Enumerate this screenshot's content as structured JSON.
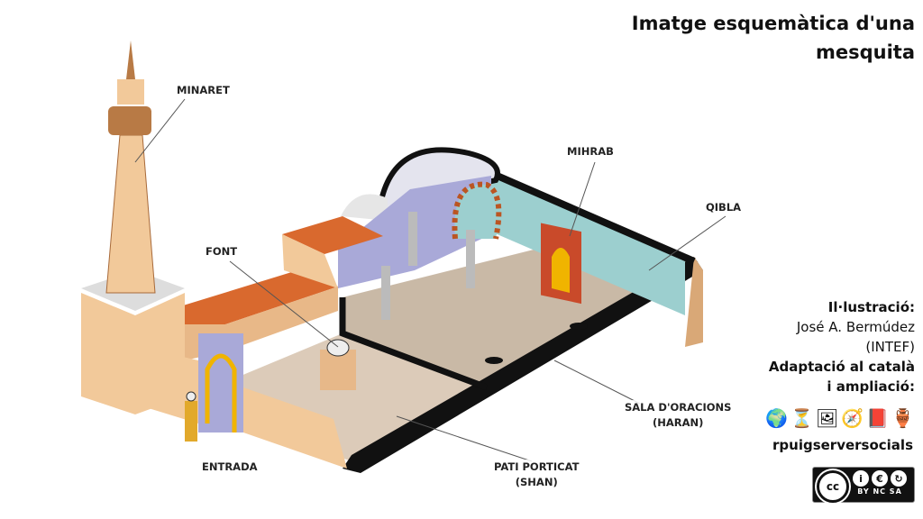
{
  "title": "Imatge esquemàtica d'una mesquita",
  "labels": {
    "minaret": "MINARET",
    "font": "FONT",
    "mihrab": "MIHRAB",
    "qibla": "QIBLA",
    "entrada": "ENTRADA",
    "pati_line1": "PATI PORTICAT",
    "pati_line2": "(SHAN)",
    "sala_line1": "SALA D'ORACIONS",
    "sala_line2": "(HARAN)"
  },
  "credits": {
    "illustration_heading": "Il·lustració:",
    "author": "José A. Bermúdez",
    "org": "(INTEF)",
    "adaptation_line1": "Adaptació al català",
    "adaptation_line2": "i ampliació:",
    "handle": "rpuigserversocials",
    "icons": [
      "globe-icon",
      "hourglass-icon",
      "portrait-icon",
      "compass-icon",
      "book-icon",
      "amphora-icon"
    ]
  },
  "license": {
    "logo": "cc",
    "symbols": [
      "i",
      "€",
      "↻"
    ],
    "tags": "BY NC SA"
  },
  "colors": {
    "wall": "#f2c99a",
    "roof": "#d9692e",
    "floor": "#d8c8b6",
    "qibla_wall": "#9ccfcf",
    "arch_purple": "#a9a9d8",
    "outline": "#111111"
  }
}
